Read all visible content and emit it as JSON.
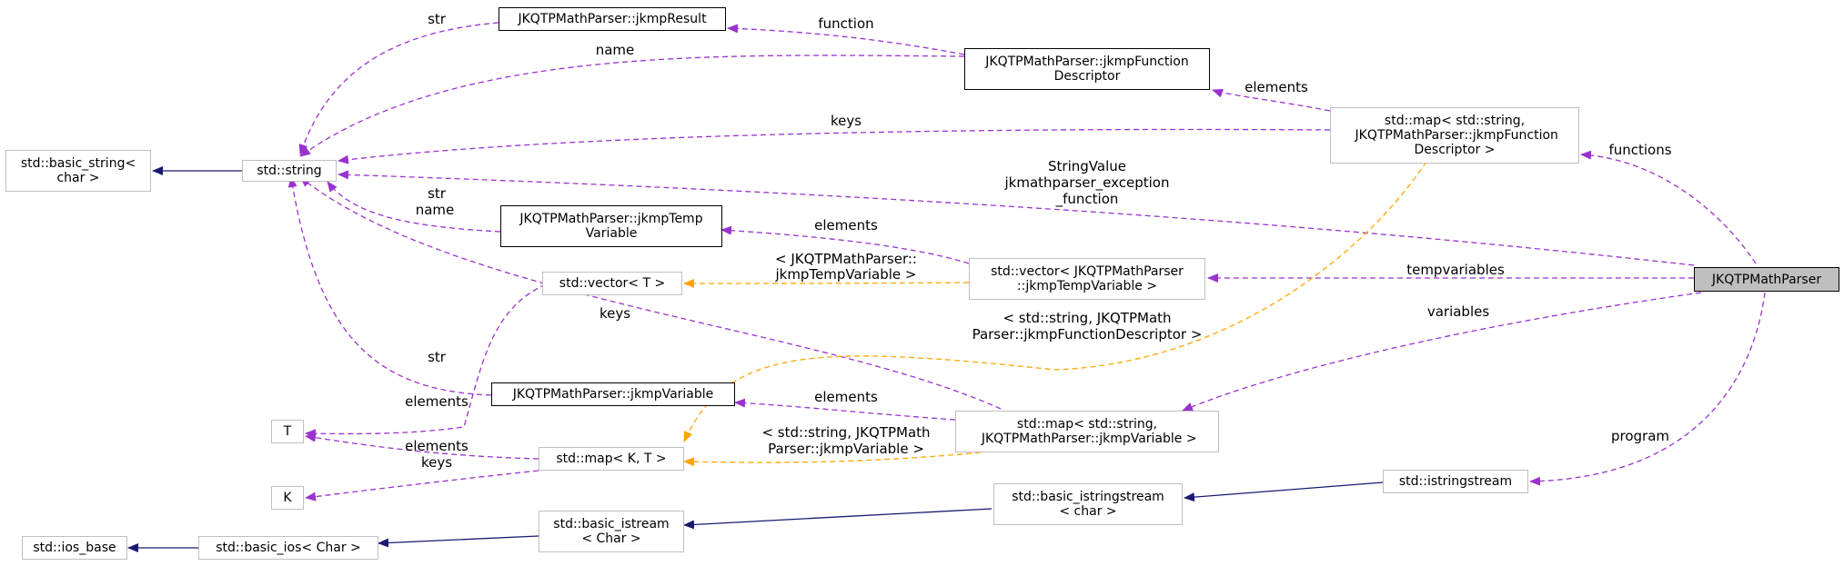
{
  "nodes": {
    "main": "JKQTPMathParser",
    "jkmpResult": "JKQTPMathParser::jkmpResult",
    "jkmpFunctionDescriptor": "JKQTPMathParser::jkmpFunction\nDescriptor",
    "map_fd": "std::map< std::string,\n JKQTPMathParser::jkmpFunction\nDescriptor >",
    "basic_string": "std::basic_string<\nchar >",
    "string": "std::string",
    "jkmpTempVariable": "JKQTPMathParser::jkmpTemp\nVariable",
    "vector_T": "std::vector< T >",
    "vector_tv": "std::vector< JKQTPMathParser\n::jkmpTempVariable >",
    "jkmpVariable": "JKQTPMathParser::jkmpVariable",
    "T": "T",
    "map_KT": "std::map< K, T >",
    "map_var": "std::map< std::string,\n JKQTPMathParser::jkmpVariable >",
    "K": "K",
    "istringstream": "std::istringstream",
    "basic_istringstream": "std::basic_istringstream\n< char >",
    "basic_istream": "std::basic_istream\n< Char >",
    "basic_ios": "std::basic_ios< Char >",
    "ios_base": "std::ios_base"
  },
  "edge_labels": {
    "result_str": "str",
    "function": "function",
    "fd_name": "name",
    "elements_fd": "elements",
    "keys_map_fd": "keys",
    "functions": "functions",
    "stringvalue_l1": "StringValue",
    "stringvalue_l2": "jkmathparser_exception",
    "stringvalue_l3": "_function",
    "tv_str": "str",
    "tv_name": "name",
    "elements_tv": "elements",
    "vector_tmpl_l1": "< JKQTPMathParser::",
    "vector_tmpl_l2": "jkmpTempVariable >",
    "tempvariables": "tempvariables",
    "keys_var": "keys",
    "mapfd_tmpl_l1": "< std::string, JKQTPMath",
    "mapfd_tmpl_l2": "Parser::jkmpFunctionDescriptor >",
    "variables": "variables",
    "var_str": "str",
    "elements_vecT": "elements",
    "elements_var": "elements",
    "elements_mapKT": "elements",
    "keys_mapKT": "keys",
    "mapvar_tmpl_l1": "< std::string, JKQTPMath",
    "mapvar_tmpl_l2": "Parser::jkmpVariable >",
    "program": "program"
  },
  "colors": {
    "usage": "#9a32cd",
    "template": "#ffa500",
    "inheritance": "#191970",
    "node_border_grey": "#bfbfbf",
    "node_fill_focus": "#bfbfbf"
  }
}
